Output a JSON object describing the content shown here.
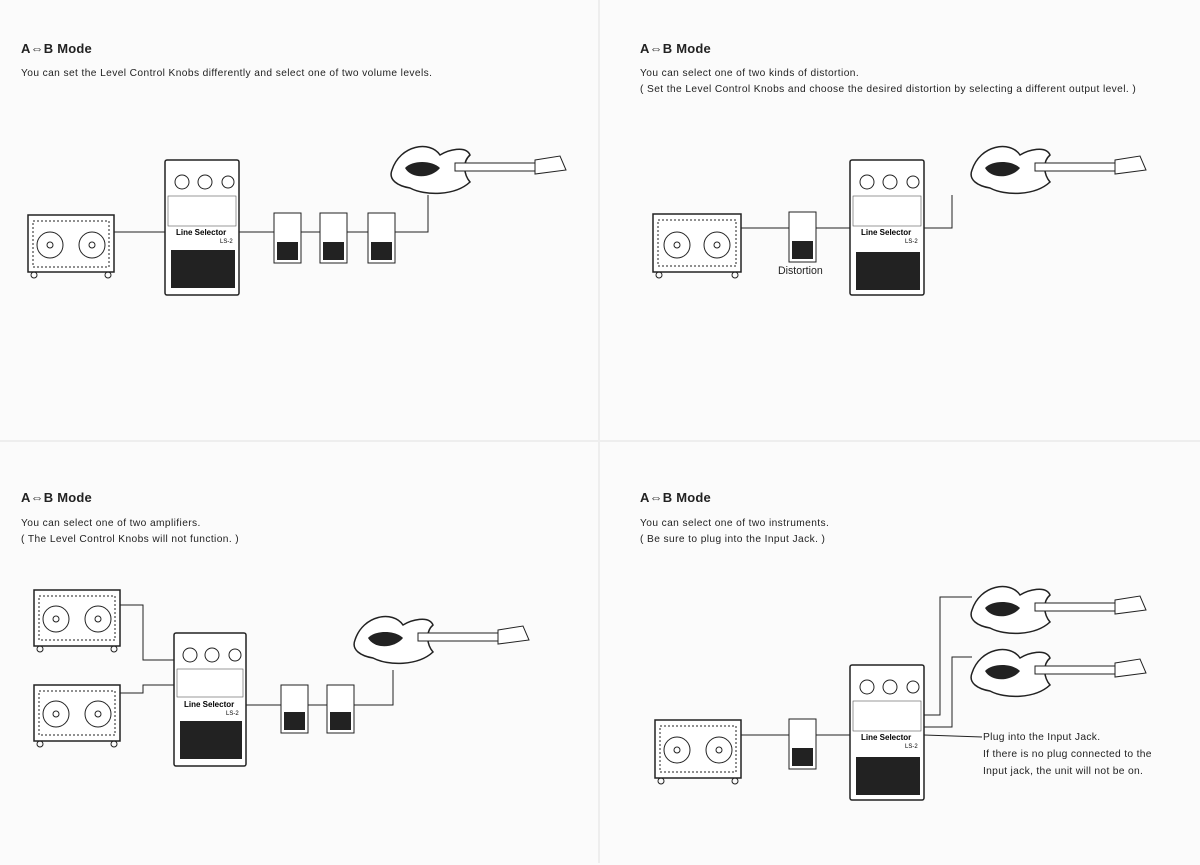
{
  "panels": [
    {
      "title": "A⇔B  Mode",
      "lines": [
        "You can set the Level Control Knobs differently and select one of two volume levels."
      ],
      "pedal": {
        "label": "Line Selector",
        "model": "LS-2"
      }
    },
    {
      "title": "A⇔B  Mode",
      "lines": [
        "You can select one of two kinds of distortion.",
        "( Set the Level Control Knobs and choose the desired distortion by selecting a different output level. )"
      ],
      "pedal": {
        "label": "Line Selector",
        "model": "LS-2"
      },
      "caption": "Distortion"
    },
    {
      "title": "A⇔B  Mode",
      "lines": [
        "You can select one of two amplifiers.",
        "( The Level Control Knobs will not function. )"
      ],
      "pedal": {
        "label": "Line Selector",
        "model": "LS-2"
      }
    },
    {
      "title": "A⇔B  Mode",
      "lines": [
        "You can select one of two instruments.",
        "( Be sure to plug into the Input Jack. )"
      ],
      "pedal": {
        "label": "Line Selector",
        "model": "LS-2"
      },
      "note": [
        "Plug into the Input Jack.",
        "If there is no plug connected to the",
        "Input jack, the unit will not be on."
      ]
    }
  ]
}
